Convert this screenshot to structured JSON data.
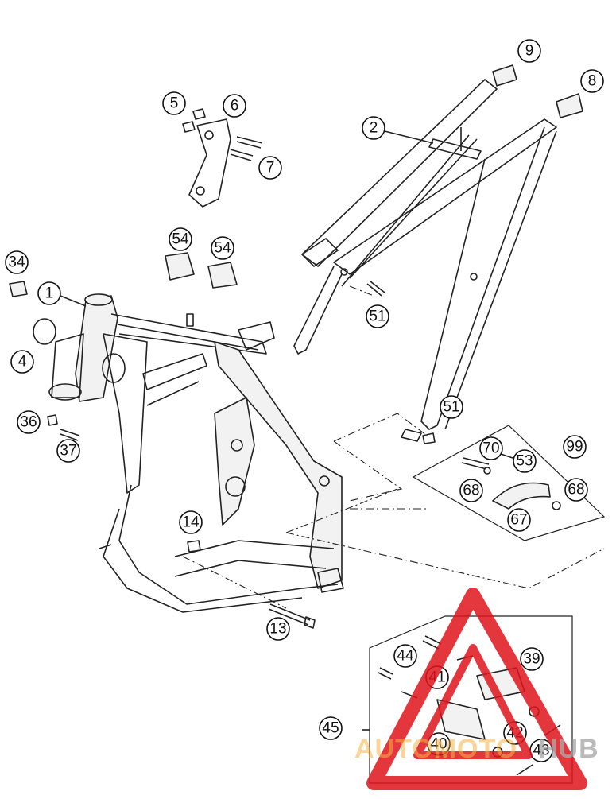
{
  "diagram": {
    "callouts": [
      "1",
      "2",
      "4",
      "5",
      "6",
      "7",
      "8",
      "9",
      "13",
      "14",
      "34",
      "36",
      "37",
      "39",
      "40",
      "41",
      "42",
      "43",
      "44",
      "45",
      "51",
      "51",
      "53",
      "54",
      "54",
      "67",
      "68",
      "68",
      "70",
      "99"
    ]
  },
  "watermark": {
    "text_part1": "AUTOMOTO",
    "text_part2": "HUB",
    "color_red": "#e0141c",
    "color_orange": "#f5a623",
    "color_gray": "#9a9a9a"
  }
}
